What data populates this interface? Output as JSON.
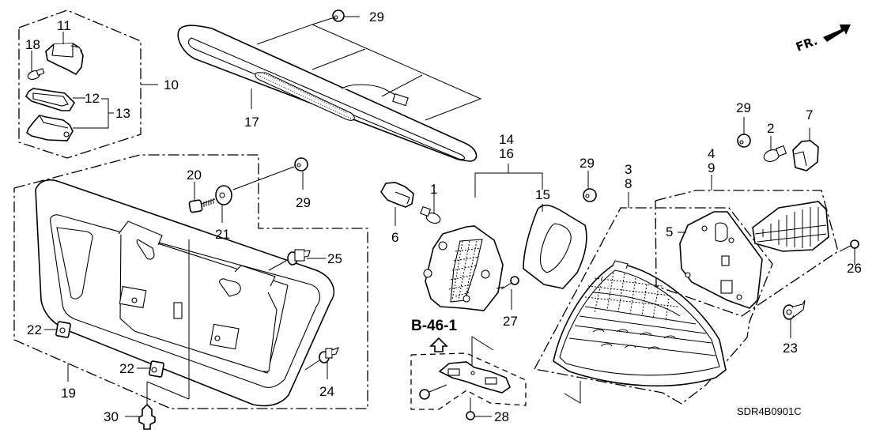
{
  "diagram": {
    "title": "Rear combination light / license light / high mount stop light exploded view",
    "diagram_code": "SDR4B0901C",
    "front_indicator": "FR.",
    "reference_callout": "B-46-1",
    "callouts": {
      "c1": "1",
      "c2": "2",
      "c3": "3",
      "c4": "4",
      "c5": "5",
      "c6": "6",
      "c7": "7",
      "c8": "8",
      "c9": "9",
      "c10": "10",
      "c11": "11",
      "c12": "12",
      "c13": "13",
      "c14": "14",
      "c15": "15",
      "c16": "16",
      "c17": "17",
      "c18": "18",
      "c19": "19",
      "c20": "20",
      "c21": "21",
      "c22a": "22",
      "c22b": "22",
      "c23": "23",
      "c24": "24",
      "c25": "25",
      "c26": "26",
      "c27": "27",
      "c28": "28",
      "c29a": "29",
      "c29b": "29",
      "c29c": "29",
      "c29d": "29",
      "c30": "30"
    },
    "parts": [
      {
        "id": "license-light-assembly",
        "callout": "10"
      },
      {
        "id": "license-light-socket",
        "callout": "11"
      },
      {
        "id": "license-light-gasket",
        "callout": "12"
      },
      {
        "id": "license-light-lens",
        "callout": "13"
      },
      {
        "id": "license-light-bulb",
        "callout": "18"
      },
      {
        "id": "high-mount-stop-light",
        "callout": "17"
      },
      {
        "id": "license-garnish",
        "callout": "19"
      },
      {
        "id": "bolt",
        "callout": "20"
      },
      {
        "id": "washer",
        "callout": "21"
      },
      {
        "id": "clip-nut",
        "callout": "22"
      },
      {
        "id": "grommet-nut",
        "callout": "29"
      },
      {
        "id": "clip",
        "callout": "24"
      },
      {
        "id": "clip",
        "callout": "25"
      },
      {
        "id": "clip",
        "callout": "30"
      },
      {
        "id": "inner-light-assembly",
        "callout": "14/16"
      },
      {
        "id": "inner-light-gasket",
        "callout": "15"
      },
      {
        "id": "inner-light-bulb",
        "callout": "1"
      },
      {
        "id": "inner-light-socket",
        "callout": "6"
      },
      {
        "id": "screw",
        "callout": "27"
      },
      {
        "id": "bracket-screw",
        "callout": "28"
      },
      {
        "id": "outer-light-assembly",
        "callout": "3/8"
      },
      {
        "id": "outer-light-base",
        "callout": "4/9"
      },
      {
        "id": "outer-light-gasket",
        "callout": "5"
      },
      {
        "id": "outer-light-bulb",
        "callout": "2"
      },
      {
        "id": "outer-light-socket",
        "callout": "7"
      },
      {
        "id": "screw",
        "callout": "26"
      },
      {
        "id": "clip",
        "callout": "23"
      }
    ]
  }
}
